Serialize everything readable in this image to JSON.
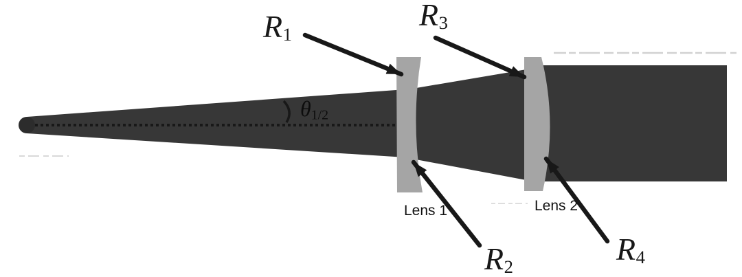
{
  "figure": {
    "title": "two-lens beam collimation diagram",
    "labels": {
      "r1": {
        "base": "R",
        "sub": "1"
      },
      "r2": {
        "base": "R",
        "sub": "2"
      },
      "r3": {
        "base": "R",
        "sub": "3"
      },
      "r4": {
        "base": "R",
        "sub": "4"
      },
      "half_angle": {
        "base": "θ",
        "sub": "1/2"
      },
      "lens1": "Lens 1",
      "lens2": "Lens 2"
    },
    "colors": {
      "background": "#ffffff",
      "beam": "#373737",
      "lens": "#a5a5a5",
      "ink": "#181818",
      "source": "#2c2c2c",
      "artifact": "#c2c2c2"
    }
  }
}
